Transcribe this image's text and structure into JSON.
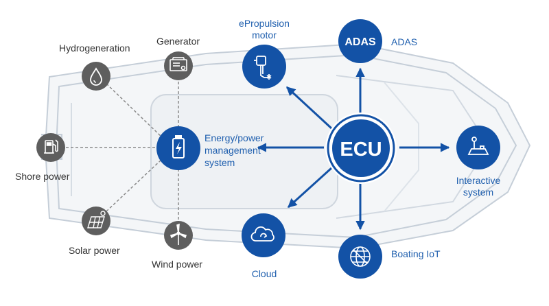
{
  "colors": {
    "primary_blue": "#1352a6",
    "source_gray": "#5e5e5e",
    "boat_outline": "#c9d1da",
    "label_blue": "#1f5fae",
    "label_gray": "#333333"
  },
  "sources": [
    {
      "label": "Hydrogeneration",
      "icon": "water-drop-icon"
    },
    {
      "label": "Generator",
      "icon": "generator-icon"
    },
    {
      "label": "Shore power",
      "icon": "fuel-pump-icon"
    },
    {
      "label": "Solar power",
      "icon": "solar-panel-icon"
    },
    {
      "label": "Wind power",
      "icon": "wind-turbine-icon"
    }
  ],
  "energy_system": {
    "label_lines": [
      "Energy/power",
      "management",
      "system"
    ],
    "icon": "battery-charge-icon"
  },
  "ecu": {
    "label": "ECU"
  },
  "outputs": {
    "epropulsion": {
      "label_lines": [
        "ePropulsion",
        "motor"
      ],
      "icon": "outboard-motor-icon"
    },
    "adas": {
      "badge": "ADAS",
      "label": "ADAS"
    },
    "interactive": {
      "label_lines": [
        "Interactive",
        "system"
      ],
      "icon": "joystick-icon"
    },
    "cloud": {
      "label": "Cloud",
      "icon": "cloud-sync-icon"
    },
    "iot": {
      "label": "Boating IoT",
      "icon": "globe-icon"
    }
  }
}
